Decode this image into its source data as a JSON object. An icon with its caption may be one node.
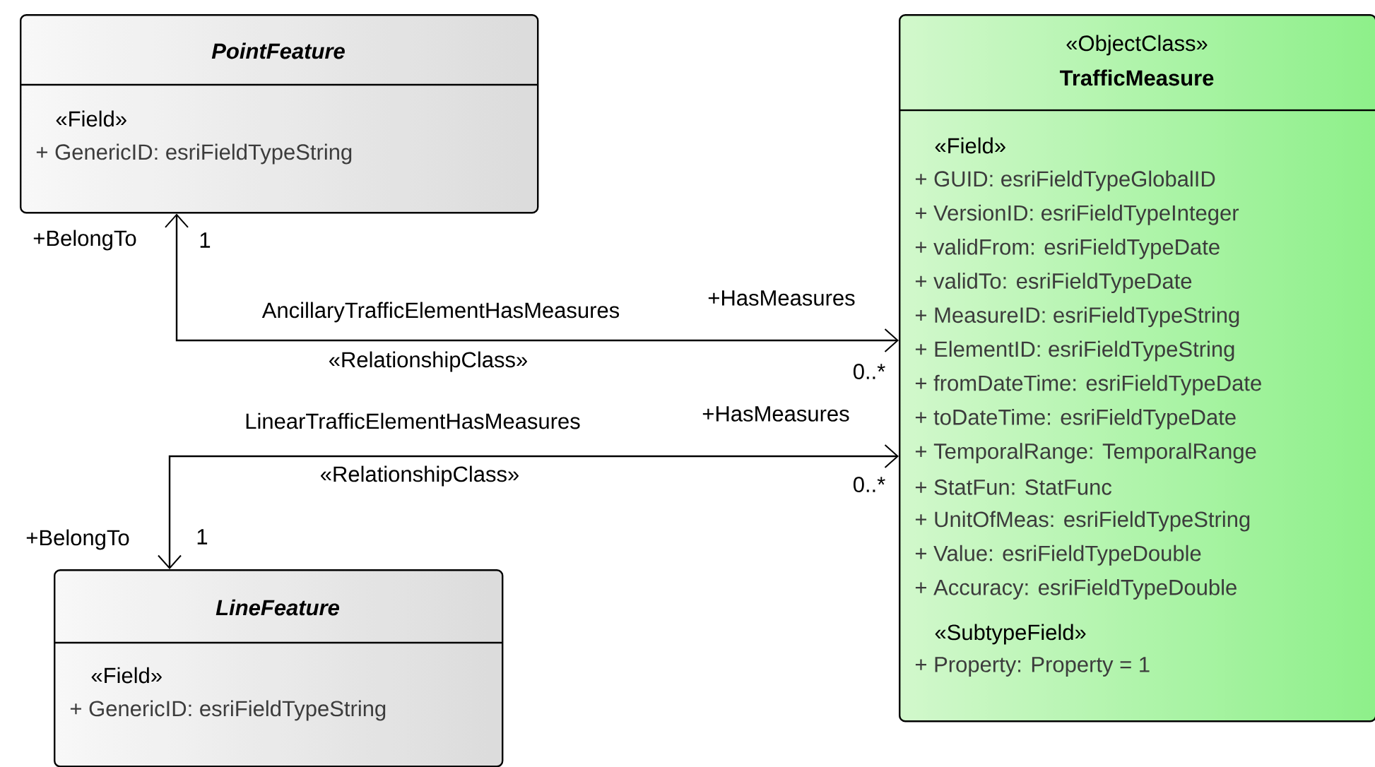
{
  "diagram": {
    "nodes": [
      {
        "text": [
          "PointFeature",
          "«Field»",
          "+ GenericID: esriFieldTypeString"
        ]
      },
      {
        "text": [
          "«ObjectClass»",
          "TrafficMeasure",
          "«Field»",
          "+ GUID: esriFieldTypeGlobalID",
          "+ VersionID: esriFieldTypeInteger",
          "+ validFrom: esriFieldTypeDate",
          "+ validTo: esriFieldTypeDate",
          "+ MeasureID: esriFieldTypeString",
          "+ ElementID: esriFieldTypeString",
          "+ fromDateTime: esriFieldTypeDate",
          "+ toDateTime: esriFieldTypeDate",
          "+ TemporalRange: TemporalRange",
          "+ StatFun: StatFunc",
          "+ UnitOfMeas: esriFieldTypeString",
          "+ Value: esriFieldTypeDouble",
          "+ Accuracy: esriFieldTypeDouble",
          "«SubtypeField»",
          "+ Property: Property = 1"
        ]
      },
      {
        "text": [
          "LineFeature",
          "«Field»",
          "+ GenericID: esriFieldTypeString"
        ]
      }
    ],
    "edges": [
      {
        "from": 0,
        "to": 1,
        "arrow": "both",
        "label": "AncillaryTrafficElementHasMeasures"
      },
      {
        "from": 2,
        "to": 1,
        "arrow": "both",
        "label": "LinearTrafficElementHasMeasures"
      }
    ],
    "labels": [
      "+BelongTo",
      "1",
      "+HasMeasures",
      "«RelationshipClass»",
      "0..*",
      "+HasMeasures",
      "«RelationshipClass»",
      "0..*",
      "+BelongTo",
      "1"
    ]
  }
}
